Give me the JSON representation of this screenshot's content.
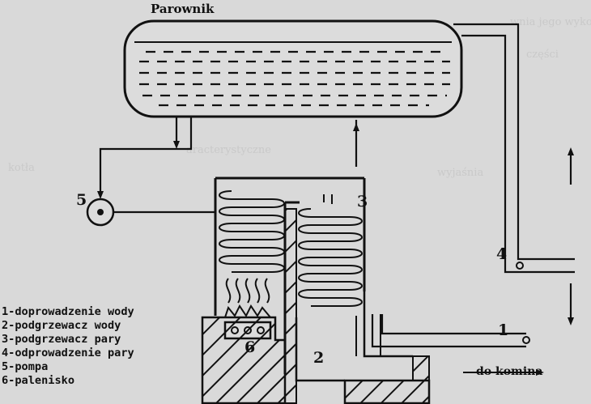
{
  "diagram": {
    "title": "Parownik",
    "numbers": {
      "n1": "1",
      "n2": "2",
      "n3": "3",
      "n4": "4",
      "n5": "5",
      "n6": "6"
    },
    "outlet_label": "do komina",
    "legend": [
      "1-doprowadzenie wody",
      "2-podgrzewacz wody",
      "3-podgrzewacz pary",
      "4-odprowadzenie pary",
      "5-pompa",
      "6-palenisko"
    ]
  },
  "colors": {
    "ink": "#111111",
    "paper": "#d9d9d9",
    "faded": "#c9c9c9"
  }
}
